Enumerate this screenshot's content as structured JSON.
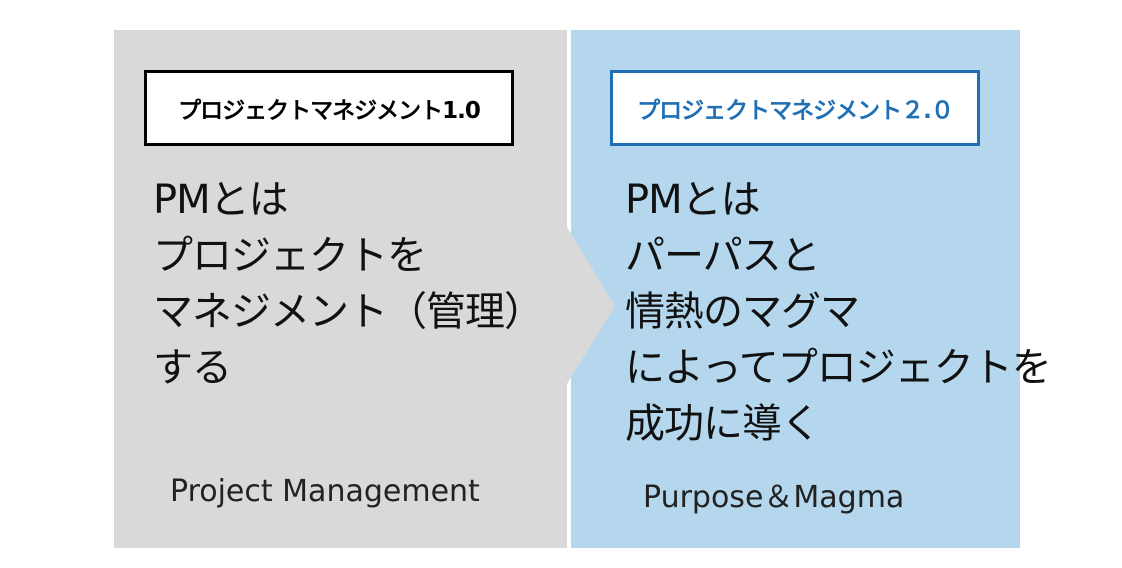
{
  "left": {
    "title": "プロジェクトマネジメント1.0",
    "lines": [
      "PMとは",
      "プロジェクトを",
      "マネジメント（管理）",
      "する"
    ],
    "caption": "Project Management"
  },
  "right": {
    "title": "プロジェクトマネジメント２.０",
    "lines": [
      "PMとは",
      "パーパスと",
      "情熱のマグマ",
      "によってプロジェクトを",
      "成功に導く"
    ],
    "caption": "Purpose＆Magma"
  },
  "colors": {
    "left_panel": "#d9d9d9",
    "right_panel": "#b4d7ed",
    "right_accent": "#1f6fb5"
  }
}
